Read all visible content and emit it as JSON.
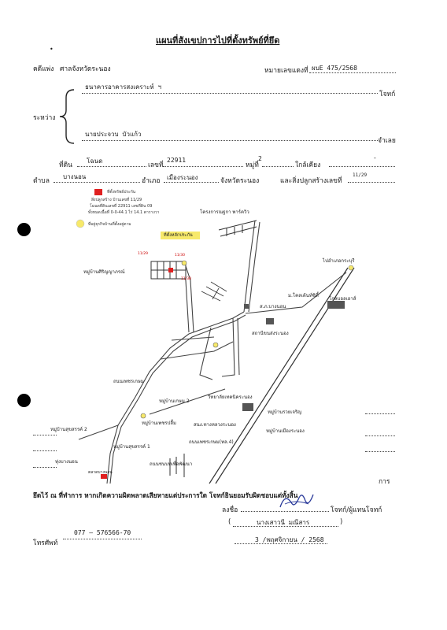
{
  "header": {
    "title": "แผนที่สังเขปการไปที่ตั้งทรัพย์ที่ยึด",
    "court_label": "คดีแพ่ง",
    "court": "ศาลจังหวัดระนอง",
    "case_no_label": "หมายเลขแดงที่",
    "case_no": "ผบE 475/2568"
  },
  "parties": {
    "between_label": "ระหว่าง",
    "plaintiff": "ธนาคารอาคารสงเคราะห์ ฯ",
    "plaintiff_role": "โจทก์",
    "defendant": "นายประจวบ   บัวแก้ว",
    "defendant_role": "จำเลย"
  },
  "property": {
    "land_label": "ที่ดิน",
    "land_type": "โฉนด",
    "number_label": "เลขที่",
    "number": "22911",
    "moo_label": "หมู่ที่",
    "moo": "2",
    "near_label": "ใกล้เคียง",
    "near": "-",
    "tambon_label": "ตำบล",
    "tambon": "บางนอน",
    "amphoe_label": "อำเภอ",
    "amphoe": "เมืองระนอง",
    "province_label": "จังหวัดระนอง",
    "building_label": "และสิ่งปลูกสร้างเลขที่",
    "building_no": "11/29"
  },
  "map": {
    "legend": [
      "ที่ตั้งทรัพย์ประกัน",
      "สิ่งปลูกสร้าง บ้านเลขที่ 11/29",
      "โฉนดที่ดินเลขที่ 22911 เลขที่ดิน 09",
      "ทั้งหมดเนื้อที่ 0-0-44.1 ไร่ 14.1 ตารางวา",
      "ที่อยู่ธุรกิจบ้านที่ตั้งอยู่ตาม"
    ],
    "labels": {
      "project_north": "โครงการณฐกา พาร์ควิว",
      "asset_tag": "ที่ตั้งหลักประกัน",
      "village_sirin": "หมู่บ้านศิริญญาภรณ์",
      "to_kraburi": "ไปอำเภอกระบุรี",
      "lotus": "ม.โคลเด้นท์ซิตี้",
      "global": "โกลบอลเฮาส์",
      "police": "ส.ภ.บางนอน",
      "road_rangorn": "ถนนเพชรเกษม",
      "road_phet": "ถนนชนบทเพื่อพัฒนา",
      "village_kasem2": "หมู่บ้านเกษม 2",
      "technical_college": "วิทยาลัยเทคนิคระนอง",
      "village_ruay": "หมู่บ้านรวยเจริญ",
      "village_ranong": "หมู่บ้านเมืองระนอง",
      "village_suksan2": "หมู่บ้านสุขสรรค์ 2",
      "pwd_office": "สนง.ทางหลวงระนอง",
      "village_phet": "หมู่บ้านเพชรปลื้ม",
      "village_suksan1": "หมู่บ้านสุขสรรค์ 1",
      "road_phetkasem": "ถนนเพชรเกษม(ทล.4)",
      "to_ranong_city": "ทุ่งบางนอน",
      "market": "ตลาดบางนอน",
      "small1": "11/29",
      "small2": "11/30",
      "small3": "11/38",
      "kasem_stop": "สถานีขนส่งระนอง"
    }
  },
  "footer_text": {
    "kaan": "การ",
    "certify": "ยึดไว้ ณ ที่ทำการ หากเกิดความผิดพลาดเสียหายแต่ประการใด โจทก์ยินยอมรับผิดชอบแต่ทั้งสิ้น",
    "sign_label": "ลงชื่อ",
    "sign_role": "โจทก์/ผู้แทนโจทก์",
    "signer_name": "นางเสาวนี  มณีสาร",
    "phone_label": "โทรศัพท์",
    "phone": "077 – 576566-70",
    "date": "3  /พฤศจิกายน /  2568"
  },
  "colors": {
    "marker_red": "#e02020",
    "highlight_yellow": "#f7e96a",
    "ink_blue": "#2a3a9a"
  }
}
